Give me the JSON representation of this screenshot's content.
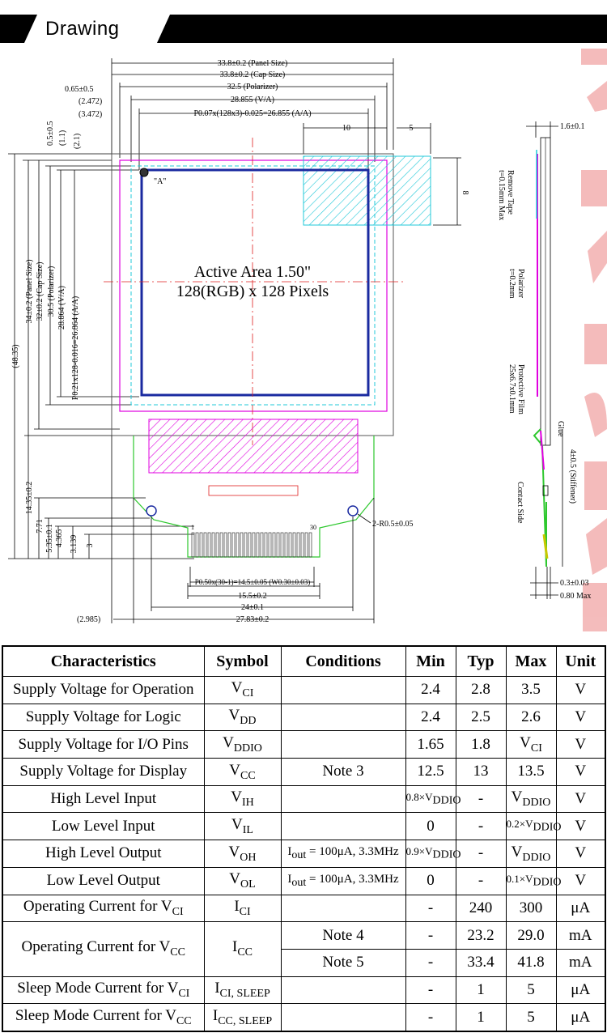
{
  "header": {
    "title": "Drawing"
  },
  "drawing": {
    "dims": {
      "panel_size_w": "33.8±0.2 (Panel Size)",
      "cap_size_w": "33.8±0.2 (Cap Size)",
      "left_offset_065": "0.65±0.5",
      "polarizer_w": "32.5 (Polarizer)",
      "left_2472": "(2.472)",
      "va_w": "28.855 (V/A)",
      "left_3472": "(3.472)",
      "aa_w": "P0.07x(128x3)-0.025=26.855 (A/A)",
      "ten": "10",
      "five": "5",
      "eight": "8",
      "left_05": "0.5±0.5",
      "left_11": "(1.1)",
      "left_21": "(2.1)",
      "aa_h": "P0.21x128-0.016=26.864 (A/A)",
      "va_h": "28.864 (V/A)",
      "polarizer_h": "30.5 (Polarizer)",
      "cap_size_h": "32±0.2 (Cap Size)",
      "panel_size_h": "34±0.2 (Panel Size)",
      "total_h": "(48.35)",
      "fpc_14": "14.35±0.2",
      "fpc_771": "7.71",
      "fpc_535": "5.35±0.1",
      "fpc_4365": "4.365",
      "fpc_3139": "3.139",
      "fpc_3": "3",
      "radius": "2-R0.5±0.05",
      "pitch": "P0.50x(30-1)=14.5±0.05 (W0.30±0.03)",
      "w155": "15.5±0.2",
      "w24": "24±0.1",
      "w2783": "27.83±0.2",
      "left_2985": "(2.985)",
      "pin1": "1",
      "pin30": "30",
      "point_a": "\"A\"",
      "active_line1": "Active Area 1.50\"",
      "active_line2": "128(RGB) x 128 Pixels",
      "side_thickness": "1.6±0.1",
      "remove_tape": "Remove Tape",
      "remove_tape_t": "t=0.15mm Max",
      "polarizer_side": "Polarizer",
      "polarizer_t": "t=0.2mm",
      "protective_film": "Protective Film",
      "protective_size": "25x6.7x0.1mm",
      "glue": "Glue",
      "stiffener": "4±0.5 (Stiffener)",
      "contact_side": "Contact Side",
      "t03": "0.3±0.03",
      "max080": "0.80 Max"
    }
  },
  "table": {
    "headers": [
      "Characteristics",
      "Symbol",
      "Conditions",
      "Min",
      "Typ",
      "Max",
      "Unit"
    ],
    "rows": [
      {
        "char": "Supply Voltage for Operation",
        "sym": "V",
        "sub": "CI",
        "cond": "",
        "min": "2.4",
        "typ": "2.8",
        "max": "3.5",
        "unit": "V"
      },
      {
        "char": "Supply Voltage for Logic",
        "sym": "V",
        "sub": "DD",
        "cond": "",
        "min": "2.4",
        "typ": "2.5",
        "max": "2.6",
        "unit": "V"
      },
      {
        "char": "Supply Voltage for I/O Pins",
        "sym": "V",
        "sub": "DDIO",
        "cond": "",
        "min": "1.65",
        "typ": "1.8",
        "max": "V",
        "max_sub": "CI",
        "unit": "V"
      },
      {
        "char": "Supply Voltage for Display",
        "sym": "V",
        "sub": "CC",
        "cond": "Note 3",
        "min": "12.5",
        "typ": "13",
        "max": "13.5",
        "unit": "V"
      },
      {
        "char": "High Level Input",
        "sym": "V",
        "sub": "IH",
        "cond": "",
        "min": "0.8×V",
        "min_sub": "DDIO",
        "typ": "-",
        "max": "V",
        "max_sub": "DDIO",
        "unit": "V"
      },
      {
        "char": "Low Level Input",
        "sym": "V",
        "sub": "IL",
        "cond": "",
        "min": "0",
        "typ": "-",
        "max": "0.2×V",
        "max_sub": "DDIO",
        "unit": "V"
      },
      {
        "char": "High Level Output",
        "sym": "V",
        "sub": "OH",
        "cond": "I",
        "cond_sub": "out",
        "cond_rest": " = 100μA, 3.3MHz",
        "min": "0.9×V",
        "min_sub": "DDIO",
        "typ": "-",
        "max": "V",
        "max_sub": "DDIO",
        "unit": "V"
      },
      {
        "char": "Low Level Output",
        "sym": "V",
        "sub": "OL",
        "cond": "I",
        "cond_sub": "out",
        "cond_rest": " = 100μA, 3.3MHz",
        "min": "0",
        "typ": "-",
        "max": "0.1×V",
        "max_sub": "DDIO",
        "unit": "V"
      },
      {
        "char": "Operating Current for V",
        "char_sub": "CI",
        "sym": "I",
        "sub": "CI",
        "cond": "",
        "min": "-",
        "typ": "240",
        "max": "300",
        "unit": "μA"
      },
      {
        "char": "Operating Current for V",
        "char_sub": "CC",
        "sym": "I",
        "sub": "CC",
        "cond": "Note 4",
        "min": "-",
        "typ": "23.2",
        "max": "29.0",
        "unit": "mA"
      },
      {
        "char": "",
        "sym": "",
        "sub": "",
        "cond": "Note 5",
        "min": "-",
        "typ": "33.4",
        "max": "41.8",
        "unit": "mA"
      },
      {
        "char": "Sleep Mode Current for V",
        "char_sub": "CI",
        "sym": "I",
        "sub": "CI, SLEEP",
        "cond": "",
        "min": "-",
        "typ": "1",
        "max": "5",
        "unit": "μA"
      },
      {
        "char": "Sleep Mode Current for V",
        "char_sub": "CC",
        "sym": "I",
        "sub": "CC, SLEEP",
        "cond": "",
        "min": "-",
        "typ": "1",
        "max": "5",
        "unit": "μA"
      }
    ]
  }
}
